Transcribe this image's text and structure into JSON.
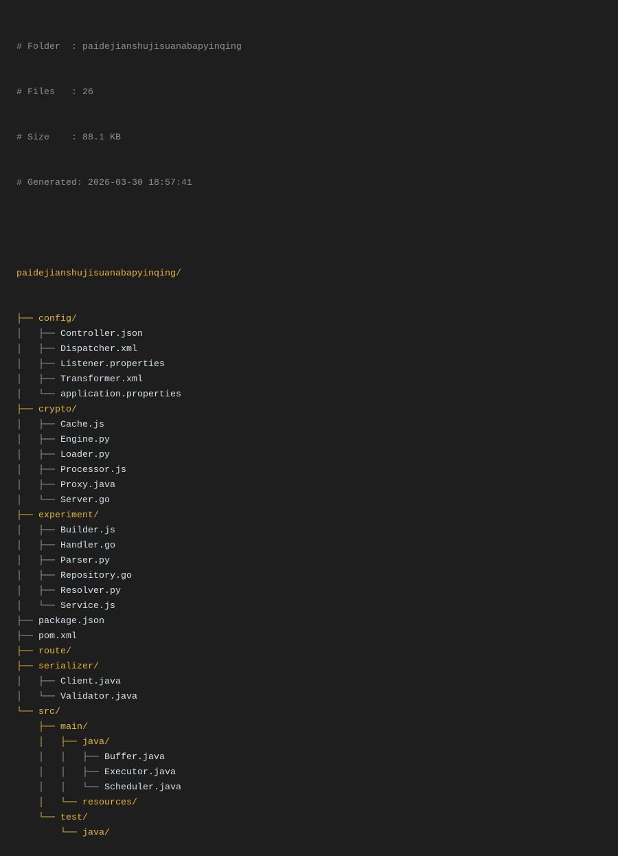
{
  "header": {
    "folder": "# Folder  : paidejianshujisuanabapyinqing",
    "files": "# Files   : 26",
    "size": "# Size    : 88.1 KB",
    "generated": "# Generated: 2026-03-30 18:57:41"
  },
  "colors": {
    "background": "#1e1e1e",
    "meta": "#8f8f8f",
    "directory": "#e5b637",
    "file_connector": "#93a1a3",
    "file_name": "#d3e1e6"
  },
  "tree": {
    "root": "paidejianshujisuanabapyinqing/",
    "lines": [
      {
        "type": "dir",
        "prefix": "├── ",
        "name": "config/"
      },
      {
        "type": "file",
        "prefix": "│   ├── ",
        "name": "Controller.json"
      },
      {
        "type": "file",
        "prefix": "│   ├── ",
        "name": "Dispatcher.xml"
      },
      {
        "type": "file",
        "prefix": "│   ├── ",
        "name": "Listener.properties"
      },
      {
        "type": "file",
        "prefix": "│   ├── ",
        "name": "Transformer.xml"
      },
      {
        "type": "file",
        "prefix": "│   └── ",
        "name": "application.properties"
      },
      {
        "type": "dir",
        "prefix": "├── ",
        "name": "crypto/"
      },
      {
        "type": "file",
        "prefix": "│   ├── ",
        "name": "Cache.js"
      },
      {
        "type": "file",
        "prefix": "│   ├── ",
        "name": "Engine.py"
      },
      {
        "type": "file",
        "prefix": "│   ├── ",
        "name": "Loader.py"
      },
      {
        "type": "file",
        "prefix": "│   ├── ",
        "name": "Processor.js"
      },
      {
        "type": "file",
        "prefix": "│   ├── ",
        "name": "Proxy.java"
      },
      {
        "type": "file",
        "prefix": "│   └── ",
        "name": "Server.go"
      },
      {
        "type": "dir",
        "prefix": "├── ",
        "name": "experiment/"
      },
      {
        "type": "file",
        "prefix": "│   ├── ",
        "name": "Builder.js"
      },
      {
        "type": "file",
        "prefix": "│   ├── ",
        "name": "Handler.go"
      },
      {
        "type": "file",
        "prefix": "│   ├── ",
        "name": "Parser.py"
      },
      {
        "type": "file",
        "prefix": "│   ├── ",
        "name": "Repository.go"
      },
      {
        "type": "file",
        "prefix": "│   ├── ",
        "name": "Resolver.py"
      },
      {
        "type": "file",
        "prefix": "│   └── ",
        "name": "Service.js"
      },
      {
        "type": "file",
        "prefix": "├── ",
        "name": "package.json"
      },
      {
        "type": "file",
        "prefix": "├── ",
        "name": "pom.xml"
      },
      {
        "type": "dir",
        "prefix": "├── ",
        "name": "route/"
      },
      {
        "type": "dir",
        "prefix": "├── ",
        "name": "serializer/"
      },
      {
        "type": "file",
        "prefix": "│   ├── ",
        "name": "Client.java"
      },
      {
        "type": "file",
        "prefix": "│   └── ",
        "name": "Validator.java"
      },
      {
        "type": "dir",
        "prefix": "└── ",
        "name": "src/"
      },
      {
        "type": "dir",
        "prefix": "    ├── ",
        "name": "main/"
      },
      {
        "type": "dir",
        "prefix": "    │   ├── ",
        "name": "java/"
      },
      {
        "type": "file",
        "prefix": "    │   │   ├── ",
        "name": "Buffer.java"
      },
      {
        "type": "file",
        "prefix": "    │   │   ├── ",
        "name": "Executor.java"
      },
      {
        "type": "file",
        "prefix": "    │   │   └── ",
        "name": "Scheduler.java"
      },
      {
        "type": "dir",
        "prefix": "    │   └── ",
        "name": "resources/"
      },
      {
        "type": "dir",
        "prefix": "    └── ",
        "name": "test/"
      },
      {
        "type": "dir",
        "prefix": "        └── ",
        "name": "java/"
      }
    ]
  }
}
